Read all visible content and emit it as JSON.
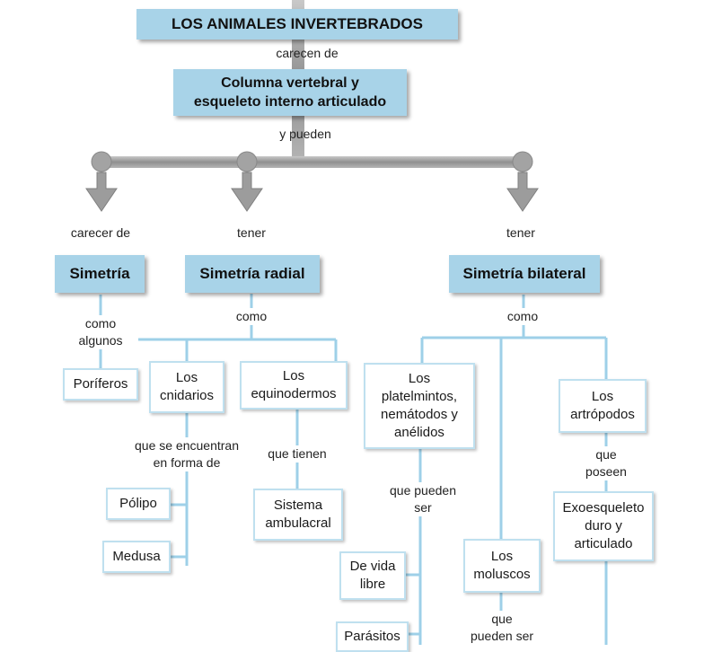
{
  "title": "LOS ANIMALES INVERTEBRADOS",
  "link_carecen_de": "carecen de",
  "column_box": "Columna vertebral y\nesqueleto interno articulado",
  "link_y_pueden": "y pueden",
  "branches": {
    "left_link": "carecer de",
    "mid_link": "tener",
    "right_link": "tener",
    "simetria": "Simetría",
    "radial": "Simetría radial",
    "bilateral": "Simetría bilateral"
  },
  "left": {
    "link": "como\nalgunos",
    "poriferos": "Poríferos"
  },
  "radial_group": {
    "link": "como",
    "cnidarios": "Los\ncnidarios",
    "cnidarios_link": "que se encuentran\nen forma de",
    "polipo": "Pólipo",
    "medusa": "Medusa",
    "equinodermos": "Los\nequinodermos",
    "equino_link": "que tienen",
    "sistema": "Sistema\nambulacral"
  },
  "bilateral_group": {
    "link": "como",
    "platelmintos": "Los\nplatelmintos,\nnemátodos y\nanélidos",
    "plat_link": "que pueden\nser",
    "vida_libre": "De vida\nlibre",
    "parasitos": "Parásitos",
    "moluscos": "Los\nmoluscos",
    "moluscos_link": "que\npueden ser",
    "artropodos": "Los\nartrópodos",
    "art_link": "que\nposeen",
    "exoesqueleto": "Exoesqueleto\nduro y\narticulado"
  },
  "colors": {
    "accent_blue": "#a8d3e8",
    "connector": "#9ed0e8",
    "bar_gray": "#9c9c9c"
  }
}
